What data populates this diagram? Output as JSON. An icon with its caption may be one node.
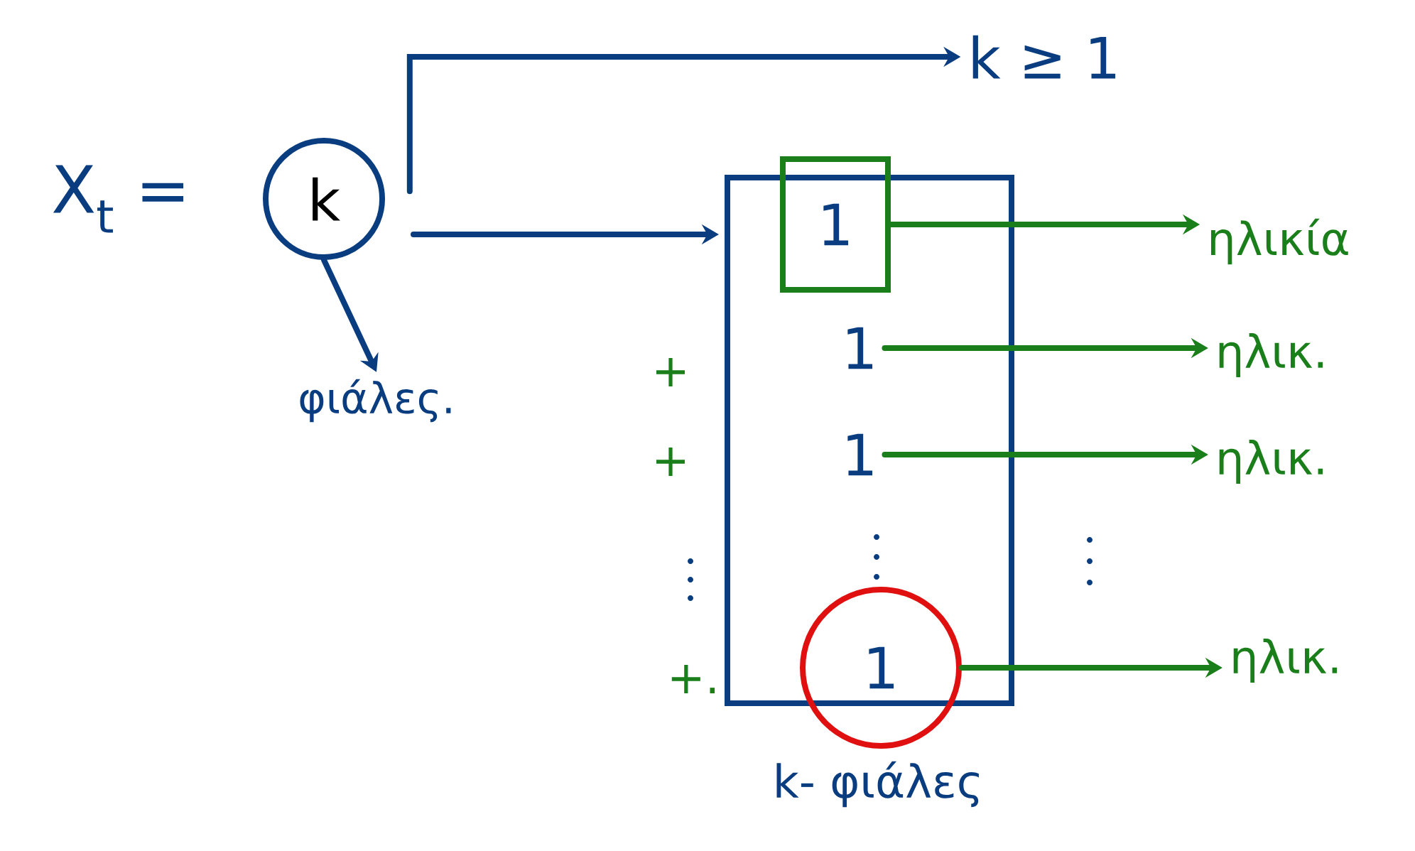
{
  "diagram": {
    "nodes": [
      {
        "text": [
          "X$_{t}$ ="
        ]
      },
      {
        "text": [
          "k"
        ]
      },
      {
        "text": [
          "φιάλες."
        ]
      },
      {
        "text": [
          "k ≥ 1"
        ]
      },
      {
        "text": [],
        "shape": "box"
      },
      {
        "text": [
          "1"
        ],
        "in": 4
      },
      {
        "text": [
          "1"
        ],
        "in": 4
      },
      {
        "text": [
          "1"
        ],
        "in": 4
      },
      {
        "text": [
          "1"
        ]
      },
      {
        "text": [
          "ηλικία"
        ]
      },
      {
        "text": [
          "ηλικ."
        ]
      },
      {
        "text": [
          "ηλικ."
        ]
      },
      {
        "text": [
          "ηλικ."
        ]
      }
    ],
    "edges": [
      {
        "from": 1,
        "to": 3,
        "arrow": "to",
        "color": "#0a3d80"
      },
      {
        "from": 1,
        "to": 4,
        "arrow": "to",
        "color": "#0a3d80"
      },
      {
        "from": 1,
        "to": 2,
        "arrow": "to",
        "color": "#0a3d80"
      },
      {
        "from": 5,
        "to": 9,
        "arrow": "to"
      },
      {
        "from": 6,
        "to": 10,
        "arrow": "to"
      },
      {
        "from": 7,
        "to": 11,
        "arrow": "to"
      },
      {
        "from": 8,
        "to": 12,
        "arrow": "to"
      }
    ],
    "labels": [
      "+",
      "+",
      "+.",
      "k- φιάλες"
    ]
  }
}
